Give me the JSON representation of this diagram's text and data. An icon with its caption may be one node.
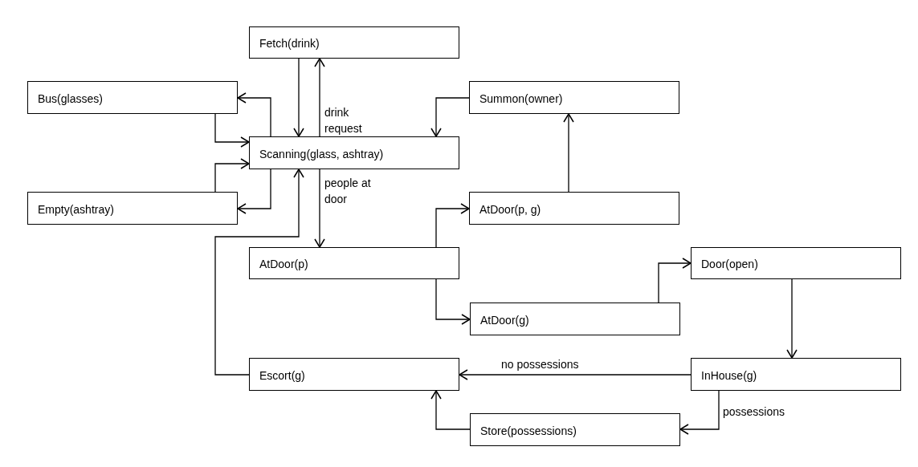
{
  "diagram": {
    "nodes": [
      {
        "text": [
          "Fetch(drink)"
        ]
      },
      {
        "text": [
          "Bus(glasses)"
        ]
      },
      {
        "text": [
          "Summon(owner)"
        ]
      },
      {
        "text": [
          "Scanning(glass, ashtray)"
        ]
      },
      {
        "text": [
          "Empty(ashtray)"
        ]
      },
      {
        "text": [
          "AtDoor(p, g)"
        ]
      },
      {
        "text": [
          "AtDoor(p)"
        ]
      },
      {
        "text": [
          "Door(open)"
        ]
      },
      {
        "text": [
          "AtDoor(g)"
        ]
      },
      {
        "text": [
          "Escort(g)"
        ]
      },
      {
        "text": [
          "InHouse(g)"
        ]
      },
      {
        "text": [
          "Store(possessions)"
        ]
      }
    ],
    "edges": [
      {
        "from": 0,
        "to": 3,
        "arrow": "to"
      },
      {
        "from": 3,
        "to": 0,
        "arrow": "to",
        "label": "drink request"
      },
      {
        "from": 3,
        "to": 1,
        "arrow": "to"
      },
      {
        "from": 1,
        "to": 3,
        "arrow": "to"
      },
      {
        "from": 4,
        "to": 3,
        "arrow": "to"
      },
      {
        "from": 3,
        "to": 4,
        "arrow": "to"
      },
      {
        "from": 2,
        "to": 3,
        "arrow": "to"
      },
      {
        "from": 3,
        "to": 6,
        "arrow": "to",
        "label": "people at door"
      },
      {
        "from": 9,
        "to": 3,
        "arrow": "to"
      },
      {
        "from": 6,
        "to": 5,
        "arrow": "to"
      },
      {
        "from": 5,
        "to": 2,
        "arrow": "to"
      },
      {
        "from": 6,
        "to": 8,
        "arrow": "to"
      },
      {
        "from": 8,
        "to": 7,
        "arrow": "to"
      },
      {
        "from": 7,
        "to": 10,
        "arrow": "to"
      },
      {
        "from": 10,
        "to": 9,
        "arrow": "to",
        "label": "no possessions"
      },
      {
        "from": 10,
        "to": 11,
        "arrow": "to",
        "label": "possessions"
      },
      {
        "from": 11,
        "to": 9,
        "arrow": "to"
      }
    ]
  }
}
